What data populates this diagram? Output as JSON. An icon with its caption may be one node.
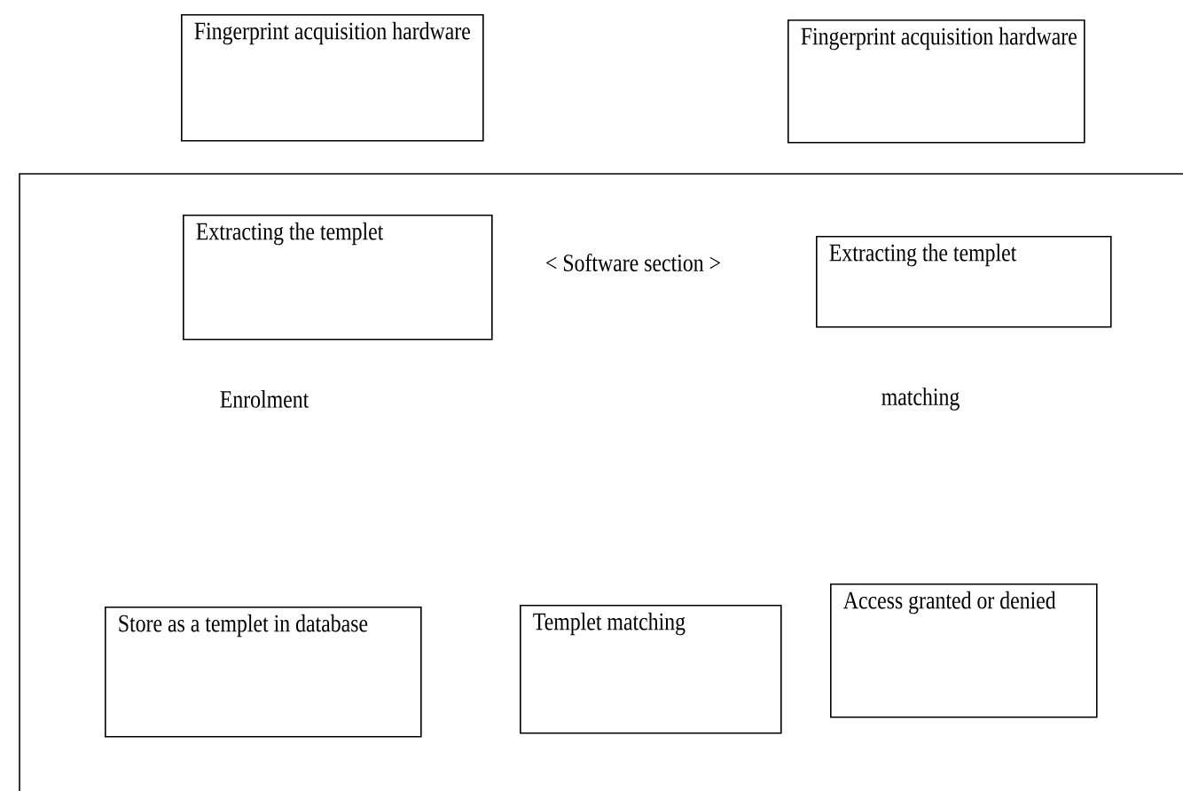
{
  "diagram": {
    "nodes": [
      {
        "text": [
          "Fingerprint acquisition hardware"
        ]
      },
      {
        "text": [
          "Fingerprint acquisition hardware"
        ]
      },
      {
        "text": [
          "< Software section >"
        ]
      },
      {
        "text": [
          "Extracting the templet"
        ],
        "in": 2
      },
      {
        "text": [
          "Extracting the templet"
        ],
        "in": 2
      },
      {
        "text": [
          "Store as a templet in database"
        ],
        "in": 2
      },
      {
        "text": [
          "Templet matching"
        ],
        "in": 2
      },
      {
        "text": [
          "Access granted or denied"
        ],
        "in": 2
      }
    ],
    "labels": [
      "Enrolment",
      "matching"
    ]
  }
}
